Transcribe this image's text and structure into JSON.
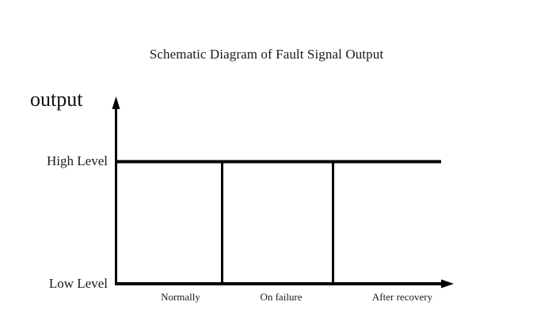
{
  "chart_data": {
    "type": "line",
    "title": "Schematic Diagram of Fault Signal Output",
    "ylabel": "output",
    "xlabel": "",
    "y_tick_labels": [
      "High Level",
      "Low Level"
    ],
    "categories": [
      "Normally",
      "On failure",
      "After recovery"
    ],
    "series": [
      {
        "name": "Fault signal output",
        "values": [
          "High Level",
          "High Level",
          "High Level"
        ]
      }
    ],
    "grid": false,
    "legend": "none",
    "axis_arrows": true,
    "region_dividers": 2,
    "annotations": []
  },
  "chart": {
    "title": "Schematic Diagram of Fault Signal Output",
    "y_axis_title": "output",
    "levels": {
      "high": "High Level",
      "low": "Low Level"
    },
    "categories": [
      {
        "label": "Normally"
      },
      {
        "label": "On failure"
      },
      {
        "label": "After recovery"
      }
    ]
  },
  "colors": {
    "background": "#ffffff",
    "stroke": "#000000",
    "text": "#1a1a1a"
  }
}
